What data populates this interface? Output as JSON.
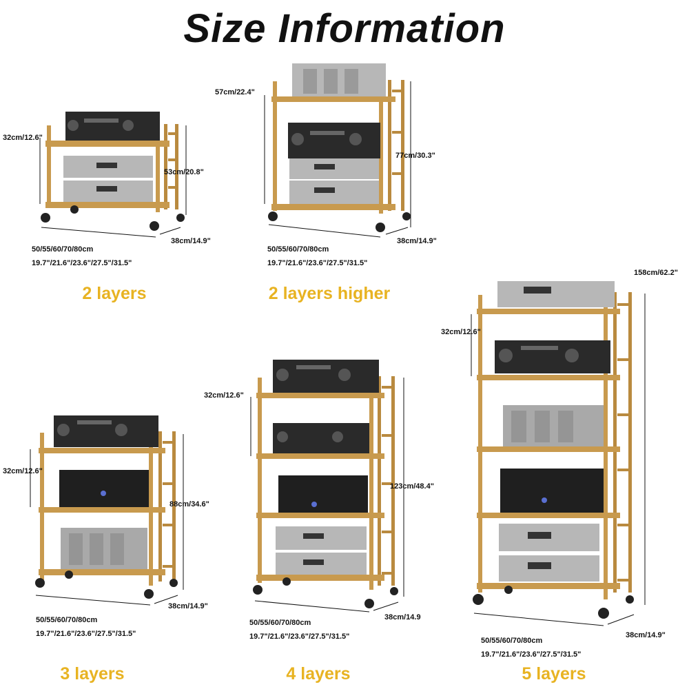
{
  "title": "Size Information",
  "colors": {
    "wood": "#c89a4e",
    "wood_dark": "#a8782f",
    "device_black": "#2a2a2a",
    "device_silver": "#b7b7b7",
    "caption": "#e8b322"
  },
  "racks": [
    {
      "caption": "2 layers",
      "width_cm": "50/55/60/70/80cm",
      "width_in": "19.7\"/21.6\"/23.6\"/27.5\"/31.5\"",
      "depth": "38cm/14.9\"",
      "height": "53cm/20.8\"",
      "spacing": "32cm/12.6\""
    },
    {
      "caption": "2 layers higher",
      "width_cm": "50/55/60/70/80cm",
      "width_in": "19.7\"/21.6\"/23.6\"/27.5\"/31.5\"",
      "depth": "38cm/14.9\"",
      "height": "77cm/30.3\"",
      "spacing": "57cm/22.4\""
    },
    {
      "caption": "3 layers",
      "width_cm": "50/55/60/70/80cm",
      "width_in": "19.7\"/21.6\"/23.6\"/27.5\"/31.5\"",
      "depth": "38cm/14.9\"",
      "height": "88cm/34.6\"",
      "spacing": "32cm/12.6\""
    },
    {
      "caption": "4 layers",
      "width_cm": "50/55/60/70/80cm",
      "width_in": "19.7\"/21.6\"/23.6\"/27.5\"/31.5\"",
      "depth": "38cm/14.9",
      "height": "123cm/48.4\"",
      "spacing": "32cm/12.6\""
    },
    {
      "caption": "5 layers",
      "width_cm": "50/55/60/70/80cm",
      "width_in": "19.7\"/21.6\"/23.6\"/27.5\"/31.5\"",
      "depth": "38cm/14.9\"",
      "height": "158cm/62.2\"",
      "spacing": "32cm/12.6\""
    }
  ]
}
